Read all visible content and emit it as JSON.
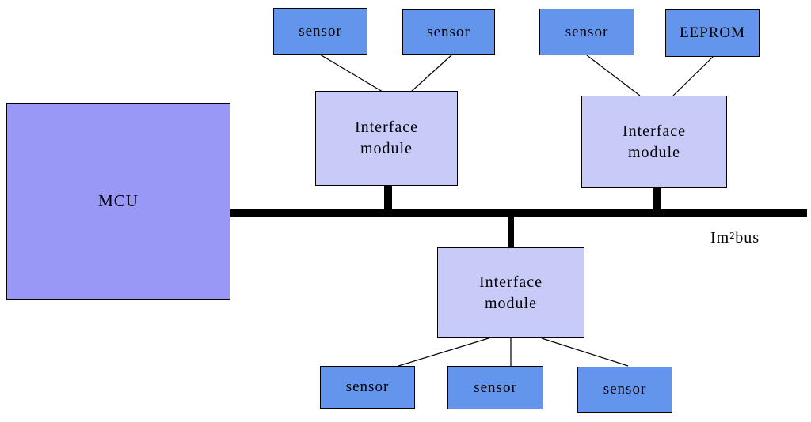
{
  "diagram": {
    "mcu_label": "MCU",
    "bus_label": "Im²bus",
    "interface_modules": [
      {
        "label": "Interface\nmodule"
      },
      {
        "label": "Interface\nmodule"
      },
      {
        "label": "Interface\nmodule"
      }
    ],
    "top_left_devices": [
      "sensor",
      "sensor"
    ],
    "top_right_devices": [
      "sensor",
      "EEPROM"
    ],
    "bottom_devices": [
      "sensor",
      "sensor",
      "sensor"
    ]
  },
  "colors": {
    "mcu_fill": "#9a98f6",
    "interface_fill": "#c8caf8",
    "device_fill": "#6495ed",
    "bus": "#000000"
  }
}
